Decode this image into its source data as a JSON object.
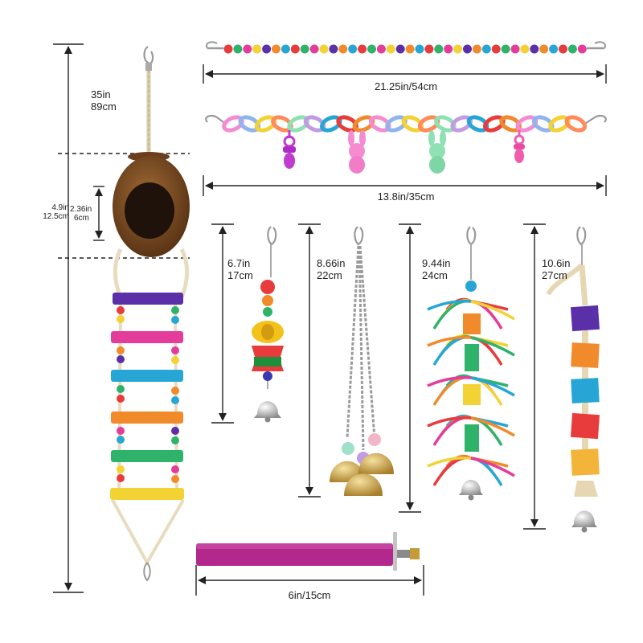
{
  "measurements": {
    "ladder_total": {
      "in": "35in",
      "cm": "89cm"
    },
    "coconut_height": {
      "in": "4.9in",
      "cm": "12.5cm"
    },
    "coconut_hole": {
      "in": "2.36in",
      "cm": "6cm"
    },
    "bead_chain": {
      "text": "21.25in/54cm"
    },
    "acrylic_chain": {
      "text": "13.8in/35cm"
    },
    "bell_toy": {
      "in": "6.7in",
      "cm": "17cm"
    },
    "triple_bell": {
      "in": "8.66in",
      "cm": "22cm"
    },
    "rope_toy": {
      "in": "9.44in",
      "cm": "24cm"
    },
    "block_toy": {
      "in": "10.6in",
      "cm": "27cm"
    },
    "perch": {
      "text": "6in/15cm"
    }
  },
  "colors": {
    "dimension_line": "#222222",
    "coconut_shell": "#7a4a22",
    "rope": "#e8dcc0",
    "perch": "#b2288c",
    "bell_gold": "#d6b25a",
    "metal": "#b9b9b9"
  }
}
